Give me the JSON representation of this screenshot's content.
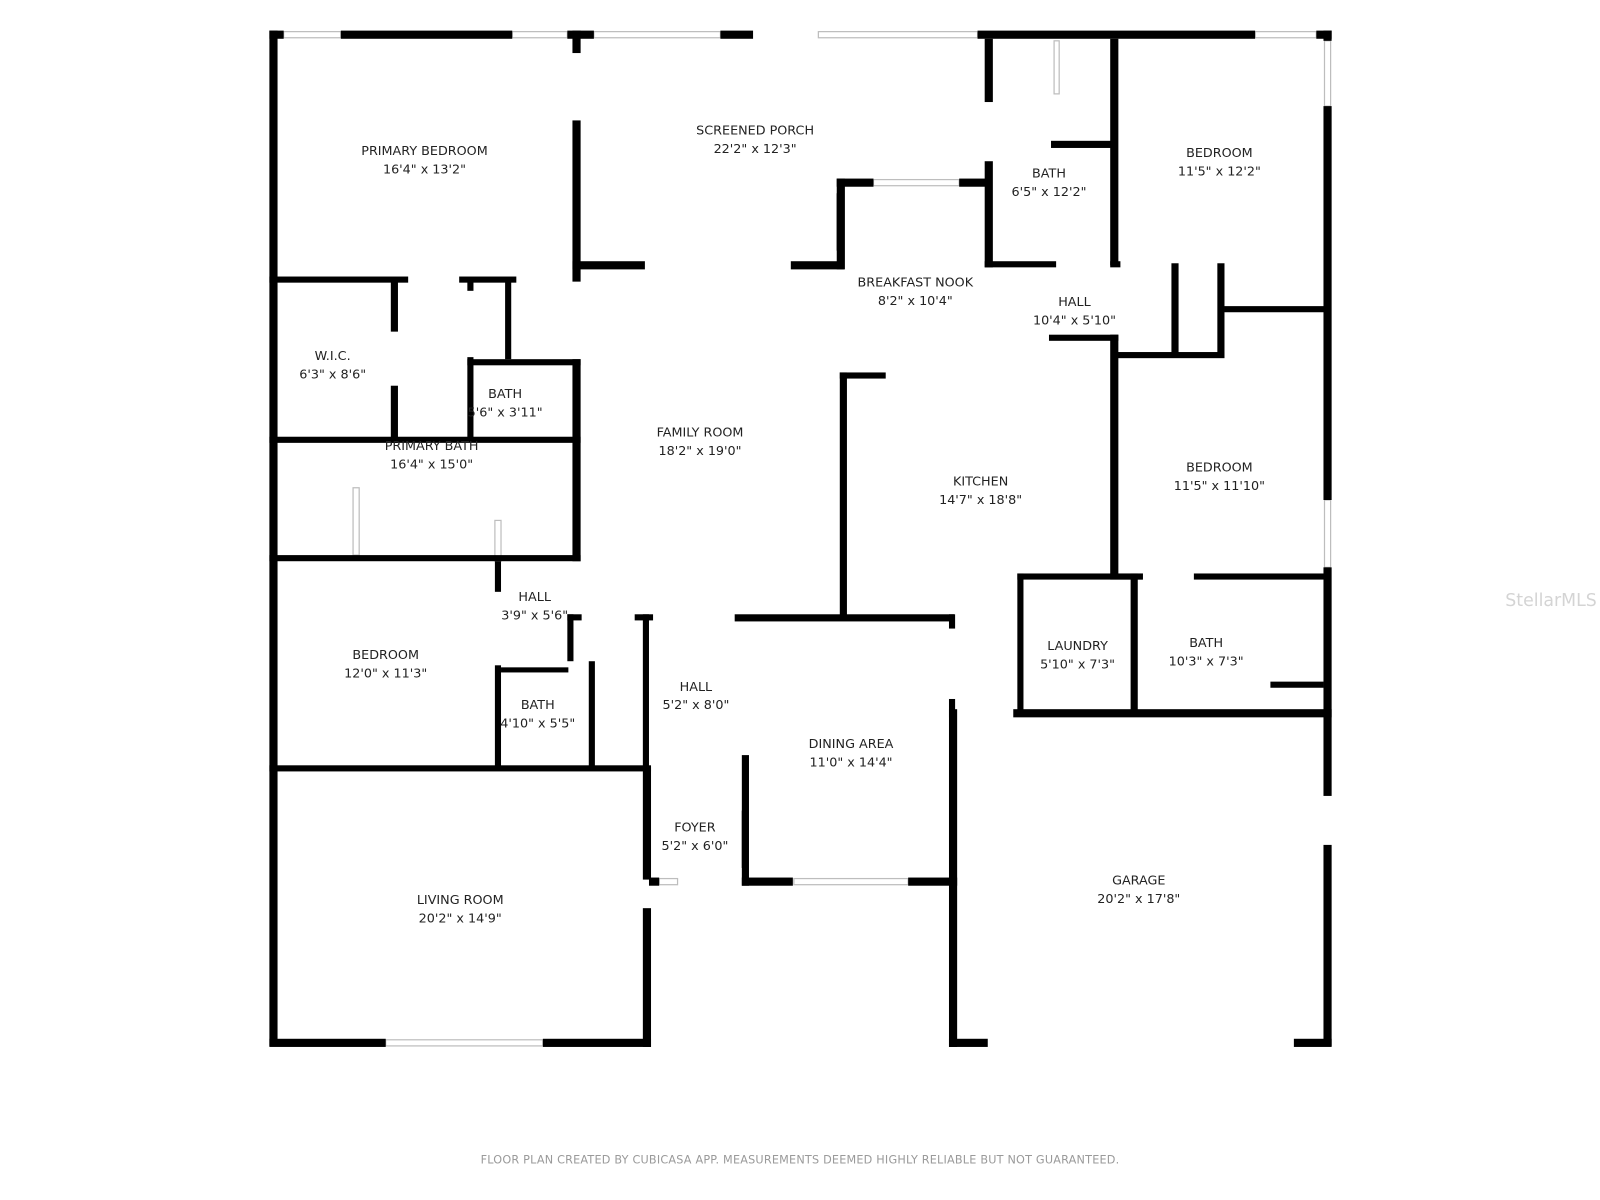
{
  "floor_plan": {
    "wall_color": "#000000",
    "window_color": "#bdbdbd",
    "rooms": [
      {
        "name": "PRIMARY BEDROOM",
        "dims": "16'4\" x 13'2\""
      },
      {
        "name": "SCREENED PORCH",
        "dims": "22'2\" x 12'3\""
      },
      {
        "name": "BATH",
        "dims": "6'5\" x 12'2\""
      },
      {
        "name": "BEDROOM",
        "dims": "11'5\" x 12'2\""
      },
      {
        "name": "BREAKFAST NOOK",
        "dims": "8'2\" x 10'4\""
      },
      {
        "name": "HALL",
        "dims": "10'4\" x 5'10\""
      },
      {
        "name": "W.I.C.",
        "dims": "6'3\" x 8'6\""
      },
      {
        "name": "BATH",
        "dims": "5'6\" x 3'11\""
      },
      {
        "name": "PRIMARY BATH",
        "dims": "16'4\" x 15'0\""
      },
      {
        "name": "FAMILY ROOM",
        "dims": "18'2\" x 19'0\""
      },
      {
        "name": "KITCHEN",
        "dims": "14'7\" x 18'8\""
      },
      {
        "name": "BEDROOM",
        "dims": "11'5\" x 11'10\""
      },
      {
        "name": "HALL",
        "dims": "3'9\" x 5'6\""
      },
      {
        "name": "BEDROOM",
        "dims": "12'0\" x 11'3\""
      },
      {
        "name": "LAUNDRY",
        "dims": "5'10\" x 7'3\""
      },
      {
        "name": "BATH",
        "dims": "10'3\" x 7'3\""
      },
      {
        "name": "HALL",
        "dims": "5'2\" x 8'0\""
      },
      {
        "name": "BATH",
        "dims": "4'10\" x 5'5\""
      },
      {
        "name": "DINING AREA",
        "dims": "11'0\" x 14'4\""
      },
      {
        "name": "FOYER",
        "dims": "5'2\" x 6'0\""
      },
      {
        "name": "GARAGE",
        "dims": "20'2\" x 17'8\""
      },
      {
        "name": "LIVING ROOM",
        "dims": "20'2\" x 14'9\""
      }
    ]
  },
  "footer": "FLOOR PLAN CREATED BY CUBICASA APP. MEASUREMENTS DEEMED HIGHLY RELIABLE BUT NOT GUARANTEED.",
  "watermark": "StellarMLS"
}
